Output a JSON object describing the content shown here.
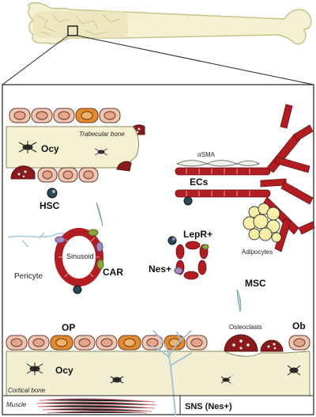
{
  "labels": {
    "ocy_top": "Ocy",
    "trabecular_bone": "Trabecular bone",
    "hsc": "HSC",
    "asma": "αSMA",
    "ecs": "ECs",
    "adipocytes": "Adipocytes",
    "sinusoid": "Sinusoid",
    "pericyte": "Pericyte",
    "car": "CAR",
    "lepr": "LepR+",
    "nes": "Nes+",
    "msc": "MSC",
    "op": "OP",
    "osteoclasts": "Osteoclasts",
    "ob": "Ob",
    "ocy_bottom": "Ocy",
    "cortical_bone": "Cortical bone",
    "muscle": "Muscle",
    "sns": "SNS (Nes+)"
  },
  "colors": {
    "bone_fill": "#f4f0d2",
    "bone_outline": "#c9c38a",
    "cortical_fill": "#f2efd3",
    "cell_pink": "#efc5b4",
    "cell_orange": "#e58a2a",
    "cell_red": "#9b1c24",
    "cell_dark": "#7a1d12",
    "vessel_red": "#b21d22",
    "nucleus_teal": "#2a4a5a",
    "pericyte_purple": "#a68bbf",
    "car_green": "#8aa63c",
    "sns_blue": "#9fc0d6",
    "muscle_red": "#d9535a"
  },
  "icons": [
    "bone-icon",
    "magnifier-box-icon",
    "osteocyte-icon",
    "osteoclast-icon",
    "hsc-icon",
    "vessel-icon",
    "adipocyte-icon",
    "nerve-icon",
    "muscle-fiber-icon"
  ]
}
